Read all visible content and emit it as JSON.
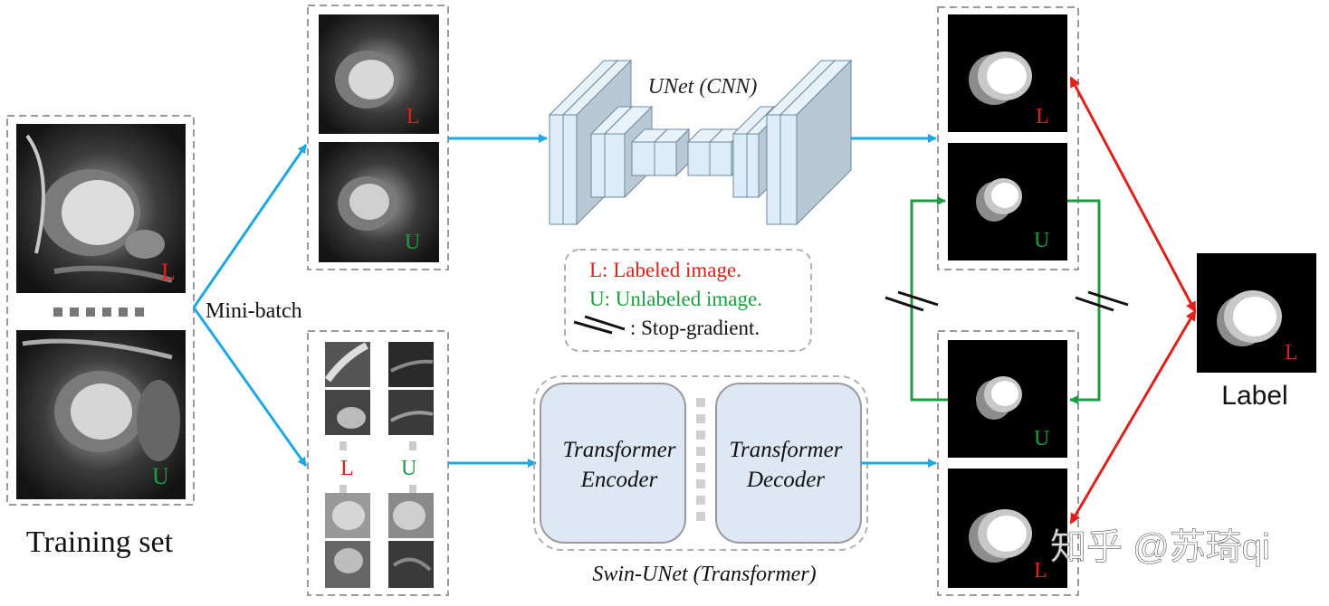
{
  "labels": {
    "training_set": "Training set",
    "mini_batch": "Mini-batch",
    "unet_title": "UNet (CNN)",
    "swin_title": "Swin-UNet (Transformer)",
    "encoder_line1": "Transformer",
    "encoder_line2": "Encoder",
    "decoder_line1": "Transformer",
    "decoder_line2": "Decoder",
    "label_title": "Label",
    "L": "L",
    "U": "U",
    "watermark": "知乎 @苏琦qi"
  },
  "legend": {
    "labeled": "L: Labeled image.",
    "unlabeled": "U: Unlabeled image.",
    "stop_gradient": ": Stop-gradient."
  },
  "colors": {
    "arrow_blue": "#1ea7e0",
    "arrow_red": "#e0201b",
    "arrow_green": "#1a9e3f",
    "label_red": "#e0201b",
    "label_green": "#1a9e3f",
    "dash_gray": "#9a9a9a",
    "block_face": "#dcecf8",
    "block_side": "#b8c8d4",
    "swin_box": "#dde8f4"
  }
}
